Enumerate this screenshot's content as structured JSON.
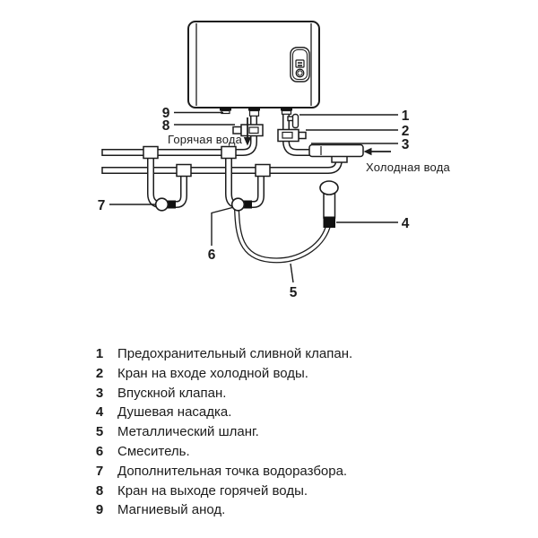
{
  "colors": {
    "background": "#ffffff",
    "line": "#1c1c1c",
    "fill": "#ffffff",
    "accent_black": "#111111"
  },
  "diagram": {
    "flow_labels": {
      "hot": "Горячая вода",
      "cold": "Холодная вода"
    },
    "callouts": [
      "1",
      "2",
      "3",
      "4",
      "5",
      "6",
      "7",
      "8",
      "9"
    ]
  },
  "legend": {
    "items": [
      {
        "num": "1",
        "text": "Предохранительный сливной клапан."
      },
      {
        "num": "2",
        "text": "Кран на входе холодной воды."
      },
      {
        "num": "3",
        "text": "Впускной клапан."
      },
      {
        "num": "4",
        "text": "Душевая насадка."
      },
      {
        "num": "5",
        "text": "Металлический шланг."
      },
      {
        "num": "6",
        "text": "Смеситель."
      },
      {
        "num": "7",
        "text": "Дополнительная точка водоразбора."
      },
      {
        "num": "8",
        "text": "Кран на выходе горячей воды."
      },
      {
        "num": "9",
        "text": "Магниевый анод."
      }
    ]
  }
}
